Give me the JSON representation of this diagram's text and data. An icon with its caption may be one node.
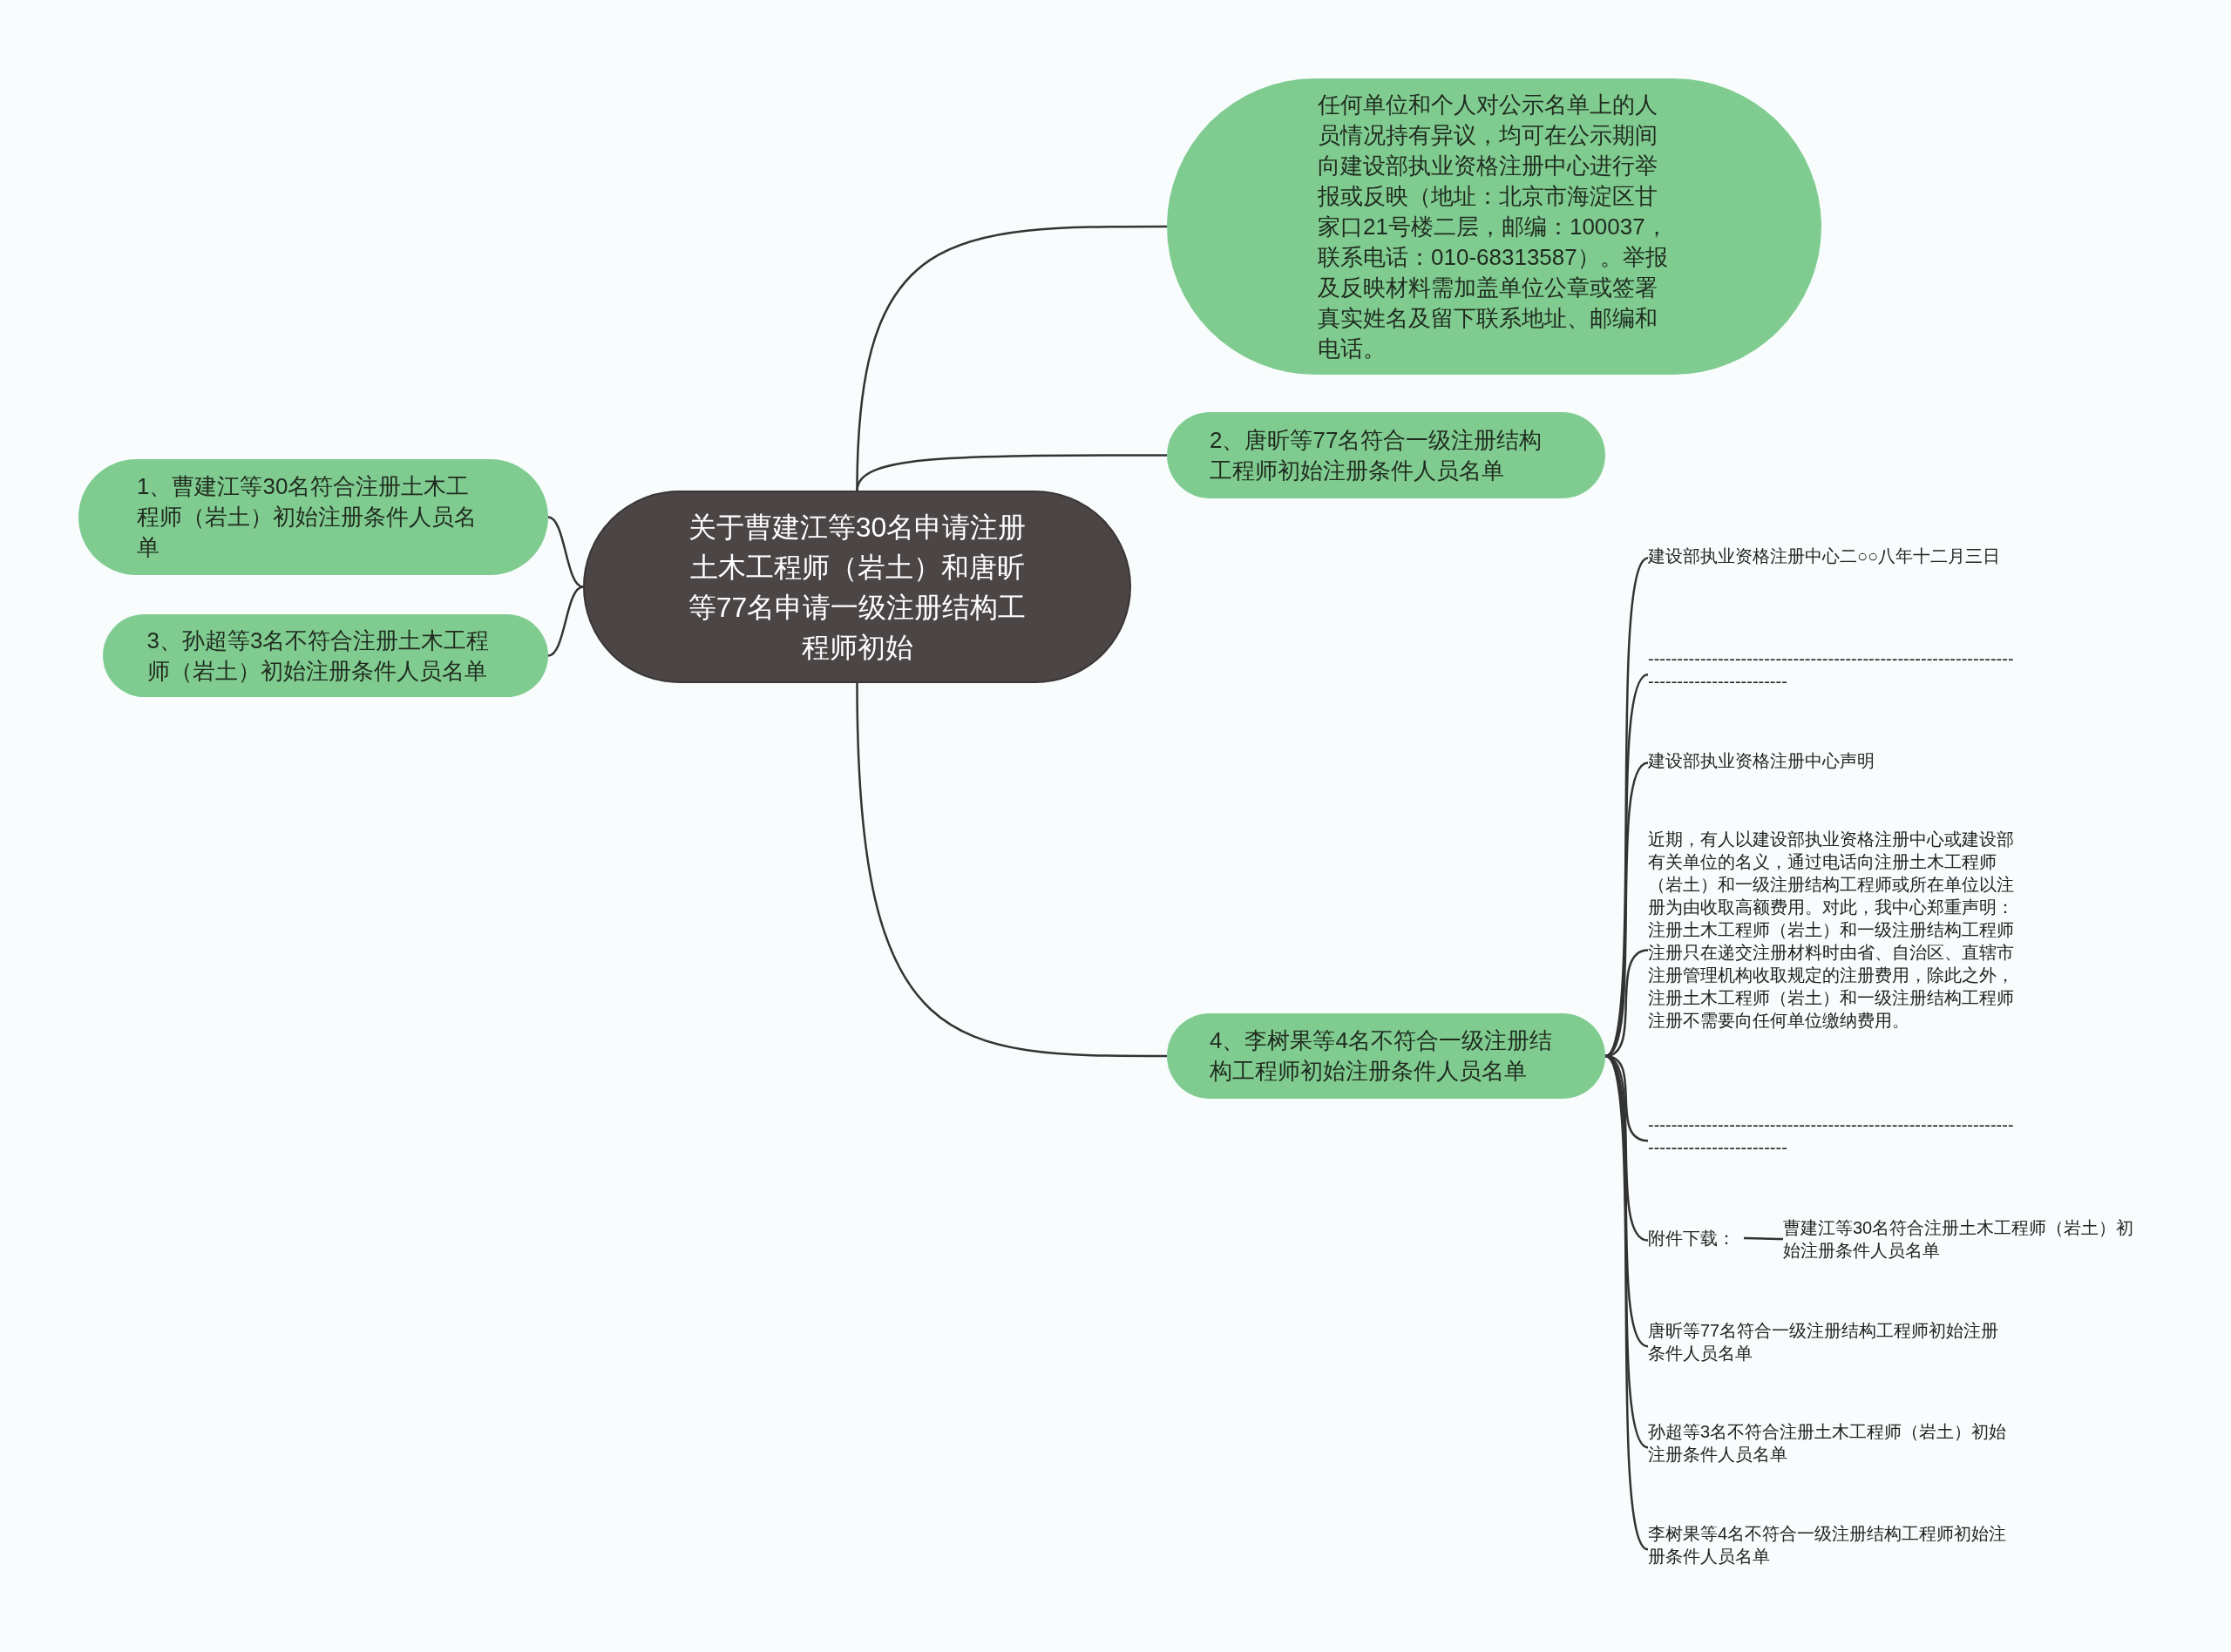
{
  "diagram": {
    "nodes": [
      {
        "text": [
          "关于曹建江等30名申请注册土木工程师（岩土）和唐昕等77名申请一级注册结构工程师初始"
        ]
      },
      {
        "text": [
          "任何单位和个人对公示名单上的人员情况持有异议，均可在公示期间向建设部执业资格注册中心进行举报或反映（地址：北京市海淀区甘家口21号楼二层，邮编：100037，联系电话：010-68313587）。举报及反映材料需加盖单位公章或签署真实姓名及留下联系地址、邮编和电话。"
        ]
      },
      {
        "text": [
          "2、唐昕等77名符合一级注册结构工程师初始注册条件人员名单"
        ]
      },
      {
        "text": [
          "1、曹建江等30名符合注册土木工程师（岩土）初始注册条件人员名单"
        ]
      },
      {
        "text": [
          "3、孙超等3名不符合注册土木工程师（岩土）初始注册条件人员名单"
        ]
      },
      {
        "text": [
          "4、李树果等4名不符合一级注册结构工程师初始注册条件人员名单"
        ]
      },
      {
        "text": [
          "建设部执业资格注册中心二○○八年十二月三日"
        ]
      },
      {
        "text": [
          "---------------------------------------------------------------------------------------"
        ]
      },
      {
        "text": [
          "建设部执业资格注册中心声明"
        ]
      },
      {
        "text": [
          "近期，有人以建设部执业资格注册中心或建设部有关单位的名义，通过电话向注册土木工程师（岩土）和一级注册结构工程师或所在单位以注册为由收取高额费用。对此，我中心郑重声明：注册土木工程师（岩土）和一级注册结构工程师注册只在递交注册材料时由省、自治区、直辖市注册管理机构收取规定的注册费用，除此之外，注册土木工程师（岩土）和一级注册结构工程师注册不需要向任何单位缴纳费用。"
        ]
      },
      {
        "text": [
          "---------------------------------------------------------------------------------------"
        ]
      },
      {
        "text": [
          "附件下载："
        ]
      },
      {
        "text": [
          "曹建江等30名符合注册土木工程师（岩土）初始注册条件人员名单"
        ]
      },
      {
        "text": [
          "唐昕等77名符合一级注册结构工程师初始注册条件人员名单"
        ]
      },
      {
        "text": [
          "孙超等3名不符合注册土木工程师（岩土）初始注册条件人员名单"
        ]
      },
      {
        "text": [
          "李树果等4名不符合一级注册结构工程师初始注册条件人员名单"
        ]
      }
    ],
    "edges": [
      {
        "from": 0,
        "to": 1,
        "arrow": "none"
      },
      {
        "from": 0,
        "to": 2,
        "arrow": "none"
      },
      {
        "from": 0,
        "to": 3,
        "arrow": "none"
      },
      {
        "from": 0,
        "to": 4,
        "arrow": "none"
      },
      {
        "from": 0,
        "to": 5,
        "arrow": "none"
      },
      {
        "from": 5,
        "to": 6,
        "arrow": "none"
      },
      {
        "from": 5,
        "to": 7,
        "arrow": "none"
      },
      {
        "from": 5,
        "to": 8,
        "arrow": "none"
      },
      {
        "from": 5,
        "to": 9,
        "arrow": "none"
      },
      {
        "from": 5,
        "to": 10,
        "arrow": "none"
      },
      {
        "from": 5,
        "to": 11,
        "arrow": "none"
      },
      {
        "from": 11,
        "to": 12,
        "arrow": "none"
      },
      {
        "from": 5,
        "to": 13,
        "arrow": "none"
      },
      {
        "from": 5,
        "to": 14,
        "arrow": "none"
      },
      {
        "from": 5,
        "to": 15,
        "arrow": "none"
      }
    ]
  }
}
